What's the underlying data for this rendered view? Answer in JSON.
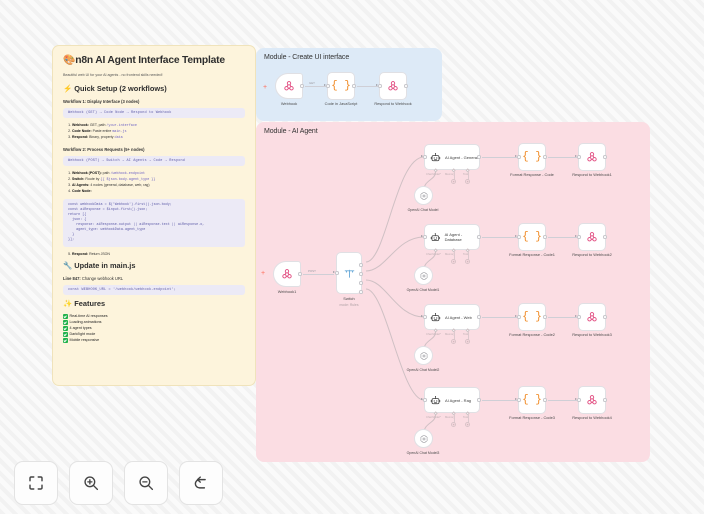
{
  "doc": {
    "title": "n8n AI Agent Interface Template",
    "title_emoji": "🎨",
    "subtitle": "Beautiful web UI for your AI agents - no frontend skills needed!",
    "quick_setup": {
      "heading": "⚡ Quick Setup (2 workflows)",
      "workflow1": {
        "heading": "Workflow 1: Display Interface (3 nodes)",
        "flow": "Webhook (GET) → Code Node → Respond to Webhook",
        "steps": [
          {
            "label": "Webhook:",
            "text": " GET, path ",
            "code": "/your-interface"
          },
          {
            "label": "Code Node:",
            "text": " Paste entire ",
            "code": "main.js"
          },
          {
            "label": "Respond:",
            "text": " Binary, property ",
            "code": "data"
          }
        ]
      },
      "workflow2": {
        "heading": "Workflow 2: Process Requests (5+ nodes)",
        "flow": "Webhook (POST) → Switch → AI Agents → Code → Respond",
        "steps": [
          {
            "label": "Webhook (POST):",
            "text": " path ",
            "code": "/webhook-endpoint"
          },
          {
            "label": "Switch:",
            "text": " Route by ",
            "code": "{{ $json.body.agent_type }}"
          },
          {
            "label": "AI Agents:",
            "text": " 4 nodes (general, database, web, rag)",
            "code": ""
          },
          {
            "label": "Code Node:",
            "text": "",
            "code": ""
          }
        ],
        "code": "const webhookData = $('Webhook').first().json.body;\nconst aiResponse = $input.first().json;\nreturn [{\n  json: {\n    response: aiResponse.output || aiResponse.text || aiResponse.o,\n    agent_type: webhookData.agent_type\n  }\n}];",
        "last_step": {
          "num": "5.",
          "label": "Respond:",
          "text": " Return JSON"
        }
      }
    },
    "update": {
      "heading": "🔧 Update in main.js",
      "line_note_label": "Line 847:",
      "line_note_text": " Change webhook URL",
      "code": "const WEBHOOK_URL = '/webhook/webhook-endpoint';"
    },
    "features": {
      "heading": "✨ Features",
      "items": [
        "Real-time AI responses",
        "Loading animations",
        "4 agent types",
        "Dark/light mode",
        "Mobile responsive"
      ]
    }
  },
  "canvas": {
    "modules": [
      {
        "id": "ui",
        "label": "Module - Create UI interface",
        "color": "#ddeaf7"
      },
      {
        "id": "agent",
        "label": "Module - AI Agent",
        "color": "#fbdde3"
      }
    ],
    "ui_module": {
      "nodes": [
        {
          "name": "Webhook",
          "type": "trigger-webhook"
        },
        {
          "name": "Code in JavaScript",
          "type": "code"
        },
        {
          "name": "Respond to Webhook",
          "type": "webhook"
        }
      ],
      "edge_label": "GET"
    },
    "agent_module": {
      "trigger": {
        "name": "Webhook1",
        "edge_label": "POST"
      },
      "switch": {
        "name": "Switch",
        "sublabel": "mode: Rules"
      },
      "branches": [
        {
          "agent": "AI Agent - General",
          "model": "OpenAI Chat Model",
          "format": "Format Response - Code",
          "respond": "Respond to Webhook1",
          "ports": [
            "Chat Model*",
            "Memory",
            "Tool"
          ]
        },
        {
          "agent": "AI Agent - Database",
          "model": "OpenAI Chat Model1",
          "format": "Format Response - Code1",
          "respond": "Respond to Webhook2",
          "ports": [
            "Chat Model*",
            "Memory",
            "Tool"
          ]
        },
        {
          "agent": "AI Agent - Web",
          "model": "OpenAI Chat Model2",
          "format": "Format Response - Code2",
          "respond": "Respond to Webhook3",
          "ports": [
            "Chat Model*",
            "Memory",
            "Tool"
          ]
        },
        {
          "agent": "AI Agent - Rag",
          "model": "OpenAI Chat Model3",
          "format": "Format Response - Code3",
          "respond": "Respond to Webhook4",
          "ports": [
            "Chat Model*",
            "Memory",
            "Tool"
          ]
        }
      ]
    }
  },
  "toolbar": {
    "buttons": [
      {
        "name": "fit-view",
        "title": "Fit view"
      },
      {
        "name": "zoom-in",
        "title": "Zoom in"
      },
      {
        "name": "zoom-out",
        "title": "Zoom out"
      },
      {
        "name": "reset",
        "title": "Reset"
      }
    ]
  }
}
